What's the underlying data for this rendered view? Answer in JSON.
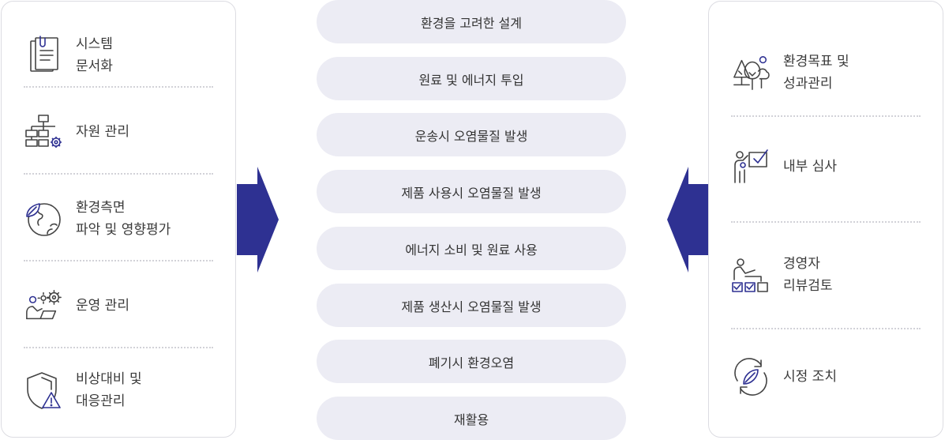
{
  "left_panel": {
    "items": [
      {
        "lines": [
          "시스템",
          "문서화"
        ],
        "icon": "clipboard-document-icon"
      },
      {
        "lines": [
          "자원 관리"
        ],
        "icon": "hierarchy-gear-icon"
      },
      {
        "lines": [
          "환경측면",
          "파악 및 영향평가"
        ],
        "icon": "globe-leaf-icon"
      },
      {
        "lines": [
          "운영 관리"
        ],
        "icon": "person-laptop-gear-icon"
      },
      {
        "lines": [
          "비상대비 및",
          "대응관리"
        ],
        "icon": "shield-warning-icon"
      }
    ]
  },
  "center_steps": [
    "환경을 고려한 설계",
    "원료 및 에너지 투입",
    "운송시 오염물질 발생",
    "제품 사용시 오염물질 발생",
    "에너지 소비 및 원료 사용",
    "제품 생산시 오염물질 발생",
    "폐기시 환경오염",
    "재활용"
  ],
  "right_panel": {
    "items": [
      {
        "lines": [
          "환경목표 및",
          "성과관리"
        ],
        "icon": "trees-icon"
      },
      {
        "lines": [
          "내부 심사"
        ],
        "icon": "person-checkbox-icon"
      },
      {
        "lines": [
          "경영자",
          "리뷰검토"
        ],
        "icon": "person-checklist-icon"
      },
      {
        "lines": [
          "시정 조치"
        ],
        "icon": "leaf-cycle-icon"
      }
    ]
  },
  "colors": {
    "arrow": "#2e3192",
    "pill_bg": "#ececf4",
    "icon_stroke": "#444444",
    "icon_accent": "#2e3192"
  }
}
